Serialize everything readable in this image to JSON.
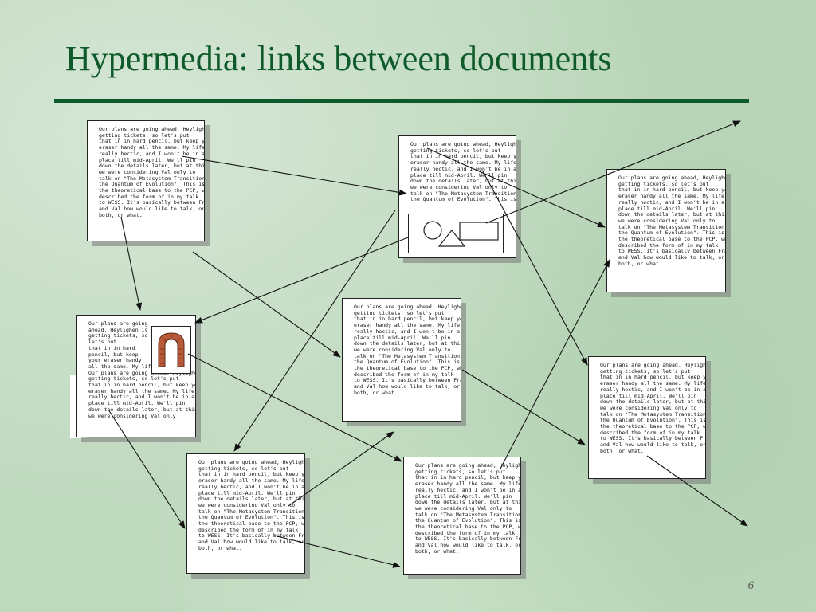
{
  "slide": {
    "title": "Hypermedia: links between documents",
    "page_number": "6"
  },
  "documents": [
    {
      "id": "doc-top-left",
      "lines": "Our plans are going ahead, Heylighen is\ngetting tickets, so let's put\nthat in in hard pencil, but keep your\neraser handy all the same. My life is\nreally hectic, and I won't be in a sane\nplace till mid-April. We'll pin\ndown the details later, but at this point\nwe were considering Val only to\ntalk on \"The Metasystem Transition as\nthe Quantum of Evolution\". This is\nthe theoretical base to the PCP, which I\ndescribed the form of in my talk\nto WESS. It's basically between Francis\nand Val how would like to talk, or\nboth, or what."
    },
    {
      "id": "doc-top-center",
      "lines": "Our plans are going ahead, Heylighen is\ngetting tickets, so let's put\nthat in in hard pencil, but keep your\neraser handy all the same. My life is\nreally hectic, and I won't be in a sane\nplace till mid-April. We'll pin\ndown the details later, but at this point\nwe were considering Val only to\ntalk on \"The Metasystem Transition as\nthe Quantum of Evolution\". This is"
    },
    {
      "id": "doc-top-right",
      "lines": "Our plans are going ahead, Heylighen is\ngetting tickets, so let's put\nthat in in hard pencil, but keep your\neraser handy all the same. My life is\nreally hectic, and I won't be in a sane\nplace till mid-April. We'll pin\ndown the details later, but at this point\nwe were considering Val only to\ntalk on \"The Metasystem Transition as\nthe Quantum of Evolution\". This is\nthe theoretical base to the PCP, which I\ndescribed the form of in my talk\nto WESS. It's basically between Francis\nand Val how would like to talk, or\nboth, or what."
    },
    {
      "id": "doc-mid-left",
      "lines": "Our plans are going\nahead, Heylighen is\ngetting tickets, so\nlet's put\nthat in in hard\npencil, but keep\nyour eraser handy\nall the same. My life\nOur plans are going ahead, Heylighen is\ngetting tickets, so let's put\nthat in in hard pencil, but keep your\neraser handy all the same. My life is\nreally hectic, and I won't be in a sane\nplace till mid-April. We'll pin\ndown the details later, but at this point\nwe were considering Val only"
    },
    {
      "id": "doc-center",
      "lines": "Our plans are going ahead, Heylighen is\ngetting tickets, so let's put\nthat in in hard pencil, but keep your\neraser handy all the same. My life is\nreally hectic, and I won't be in a sane\nplace till mid-April. We'll pin\ndown the details later, but at this point\nwe were considering Val only to\ntalk on \"The Metasystem Transition as\nthe Quantum of Evolution\". This is\nthe theoretical base to the PCP, which I\ndescribed the form of in my talk\nto WESS. It's basically between Francis\nand Val how would like to talk, or\nboth, or what."
    },
    {
      "id": "doc-mid-right",
      "lines": "Our plans are going ahead, Heylighen is\ngetting tickets, so let's put\nthat in in hard pencil, but keep your\neraser handy all the same. My life is\nreally hectic, and I won't be in a sane\nplace till mid-April. We'll pin\ndown the details later, but at this point\nwe were considering Val only to\ntalk on \"The Metasystem Transition as\nthe Quantum of Evolution\". This is\nthe theoretical base to the PCP, which I\ndescribed the form of in my talk\nto WESS. It's basically between Francis\nand Val how would like to talk, or\nboth, or what."
    },
    {
      "id": "doc-bottom-left",
      "lines": "Our plans are going ahead, Heylighen is\ngetting tickets, so let's put\nthat in in hard pencil, but keep your\neraser handy all the same. My life is\nreally hectic, and I won't be in a sane\nplace till mid-April. We'll pin\ndown the details later, but at this point\nwe were considering Val only to\ntalk on \"The Metasystem Transition as\nthe Quantum of Evolution\". This is\nthe theoretical base to the PCP, which I\ndescribed the form of in my talk\nto WESS. It's basically between Francis\nand Val how would like to talk, or\nboth, or what."
    },
    {
      "id": "doc-bottom-center",
      "lines": "Our plans are going ahead, Heylighen is\ngetting tickets, so let's put\nthat in in hard pencil, but keep your\neraser handy all the same. My life is\nreally hectic, and I won't be in a sane\nplace till mid-April. We'll pin\ndown the details later, but at this point\nwe were considering Val only to\ntalk on \"The Metasystem Transition as\nthe Quantum of Evolution\". This is\nthe theoretical base to the PCP, which I\ndescribed the form of in my talk\nto WESS. It's basically between Francis\nand Val how would like to talk, or\nboth, or what."
    }
  ],
  "colors": {
    "title": "#0f5a2a",
    "rule": "#0f5a2a",
    "link_arrow": "#111111",
    "arch_brick": "#b85a3a"
  },
  "icons": [
    "arch-image-icon",
    "circle-shape-icon",
    "triangle-shape-icon",
    "rectangle-shape-icon"
  ]
}
